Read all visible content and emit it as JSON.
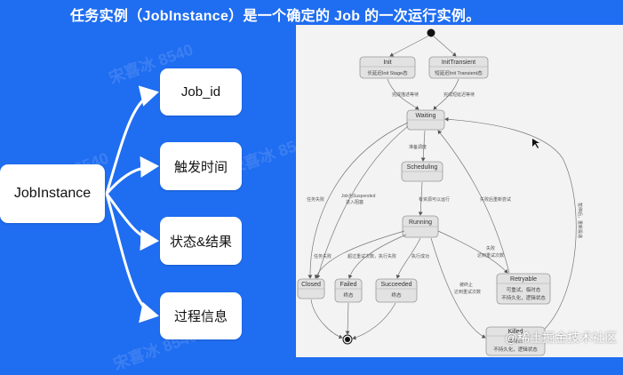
{
  "header": {
    "title": "任务实例（JobInstance）是一个确定的 Job 的一次运行实例。"
  },
  "mindmap": {
    "root": "JobInstance",
    "children": [
      "Job_id",
      "触发时间",
      "状态&结果",
      "过程信息"
    ]
  },
  "watermark": {
    "text": "宋喜冰 8540"
  },
  "state_diagram": {
    "states": {
      "init": "Init",
      "init_sub": "长延迟Init Stage态",
      "init_transient": "InitTransient",
      "init_transient_sub": "短延迟Init Transient态",
      "waiting": "Waiting",
      "scheduling": "Scheduling",
      "running": "Running",
      "closed": "Closed",
      "failed": "Failed",
      "failed_sub": "终态",
      "succeeded": "Succeeded",
      "succeeded_sub": "终态",
      "retryable": "Retryable",
      "retryable_sub1": "可重试，临时态",
      "retryable_sub2": "不持久化，逻辑状态",
      "killed": "Killed",
      "killed_sub1": "被终止",
      "killed_sub2": "不持久化，逻辑状态"
    },
    "edge_labels": {
      "init_waiting": "完成描述等待",
      "transient_waiting": "完成短延迟等待",
      "to_scheduling": "准备调度",
      "job_suspended": "Job为Suspended",
      "job_suspended2": "进入阻塞",
      "task_cancel": "任务失败",
      "retry_ok": "失败后重新尝试",
      "fail_back": "失败",
      "fail_back2": "达到重试次数",
      "resumed": "暂停后，重新投递",
      "scheduled_run": "有资源可以运行",
      "run_fail": "任务失败",
      "run_exceed": "超过重试次数，执行失败",
      "run_success": "执行成功",
      "killed_edge": "被终止",
      "killed_edge2": "达到重试次数"
    }
  },
  "footer": {
    "badge": "@稀土掘金技术社区"
  },
  "colors": {
    "background": "#1f6df1",
    "panel": "#f3f3f3",
    "node": "#e4e4e4"
  }
}
